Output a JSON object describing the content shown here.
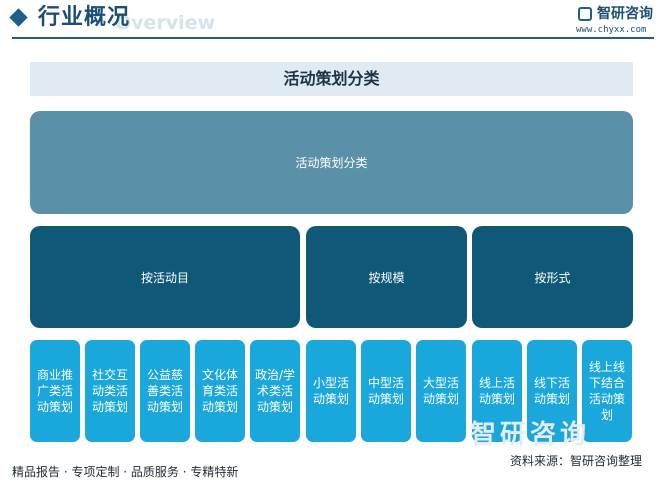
{
  "header": {
    "title": "行业概况",
    "subtitle_en": "Overview",
    "brand_name": "智研咨询",
    "brand_url": "www.chyxx.com"
  },
  "diagram": {
    "title": "活动策划分类",
    "root": "活动策划分类",
    "groups": [
      {
        "label": "按活动目",
        "leaves": [
          "商业推广类活动策划",
          "社交互动类活动策划",
          "公益慈善类活动策划",
          "文化体育类活动策划",
          "政治/学术类活动策划"
        ]
      },
      {
        "label": "按规模",
        "leaves": [
          "小型活动策划",
          "中型活动策划",
          "大型活动策划"
        ]
      },
      {
        "label": "按形式",
        "leaves": [
          "线上活动策划",
          "线下活动策划",
          "线上线下结合活动策划"
        ]
      }
    ]
  },
  "footer": {
    "slogan": "精品报告 · 专项定制 · 品质服务 · 专精特新",
    "source": "资料来源：智研咨询整理",
    "watermark": "智研咨询"
  },
  "colors": {
    "root": "#5a90a8",
    "category": "#0f5878",
    "leaf": "#1aa7dc",
    "accent": "#1c5f8a"
  }
}
